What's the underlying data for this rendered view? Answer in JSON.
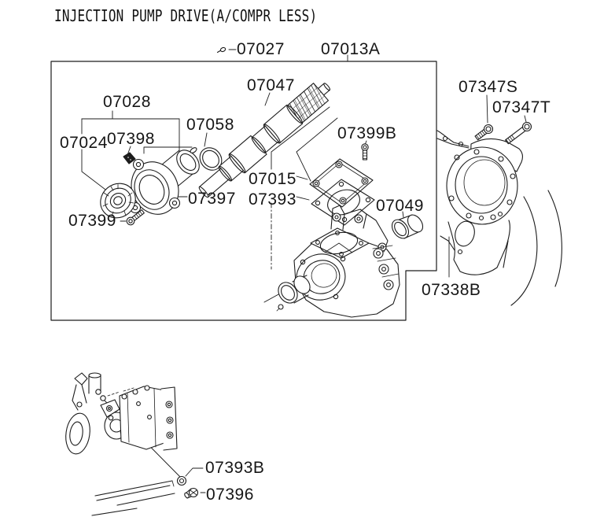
{
  "page": {
    "title": "INJECTION PUMP DRIVE(A/COMPR LESS)"
  },
  "parts": {
    "p07027": "07027",
    "p07013A": "07013A",
    "p07047": "07047",
    "p07028": "07028",
    "p07058": "07058",
    "p07398": "07398",
    "p07024": "07024",
    "p07399B": "07399B",
    "p07015": "07015",
    "p07393": "07393",
    "p07049": "07049",
    "p07397": "07397",
    "p07399": "07399",
    "p07347S": "07347S",
    "p07347T": "07347T",
    "p07338B": "07338B",
    "p07393B": "07393B",
    "p07396": "07396"
  },
  "colors": {
    "ink": "#1c1c1c",
    "paper": "#ffffff"
  }
}
